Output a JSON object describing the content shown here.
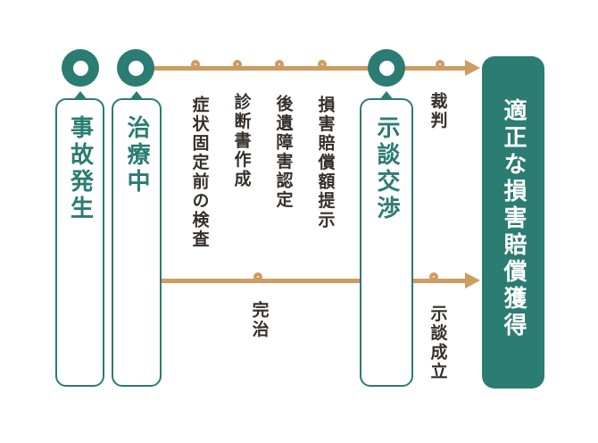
{
  "colors": {
    "teal": "#2b7c72",
    "tan": "#cc9c61",
    "ink": "#36302c"
  },
  "stages": [
    {
      "label": "事故発生"
    },
    {
      "label": "治療中"
    },
    {
      "label": "示談交渉"
    }
  ],
  "top_timeline": {
    "steps": [
      "症状固定前の検査",
      "診断書作成",
      "後遺障害認定",
      "損害賠償額提示",
      "裁判"
    ]
  },
  "bottom_timeline": {
    "steps": [
      "完治",
      "示談成立"
    ]
  },
  "outcome": {
    "label": "適正な損害賠償獲得"
  }
}
